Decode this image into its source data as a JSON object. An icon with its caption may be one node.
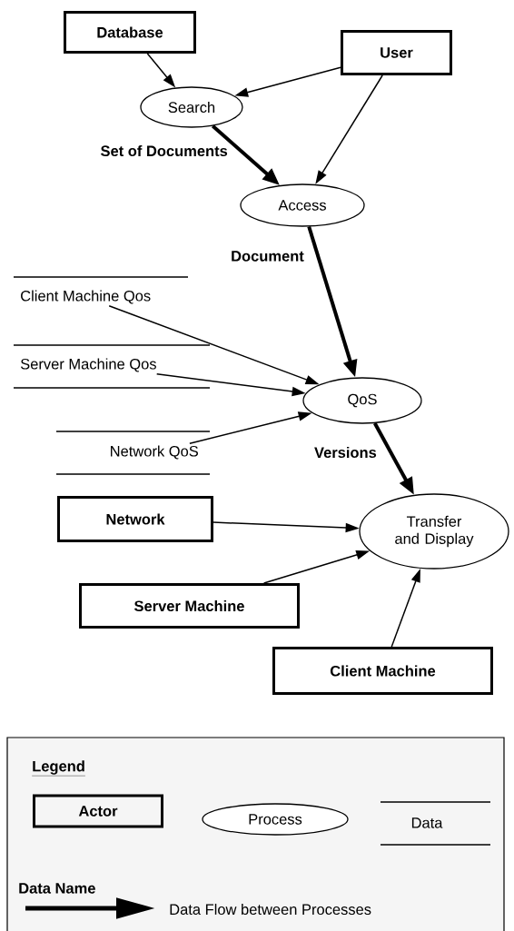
{
  "diagram": {
    "nodes": [
      {
        "text": [
          "Database"
        ]
      },
      {
        "text": [
          "User"
        ]
      },
      {
        "text": [
          "Search"
        ]
      },
      {
        "text": [
          "Access"
        ]
      },
      {
        "text": [
          "Client Machine Qos"
        ]
      },
      {
        "text": [
          "Server Machine Qos"
        ]
      },
      {
        "text": [
          "QoS"
        ]
      },
      {
        "text": [
          "Network QoS"
        ]
      },
      {
        "text": [
          "Transfer and Display"
        ]
      },
      {
        "text": [
          "Network"
        ]
      },
      {
        "text": [
          "Server Machine"
        ]
      },
      {
        "text": [
          "Client Machine"
        ]
      }
    ],
    "edges": [
      {
        "from": 0,
        "to": 2,
        "arrow": "to"
      },
      {
        "from": 1,
        "to": 2,
        "arrow": "to"
      },
      {
        "from": 1,
        "to": 3,
        "arrow": "to"
      },
      {
        "from": 2,
        "to": 3,
        "arrow": "to",
        "label": "Set of Documents",
        "style": "thick"
      },
      {
        "from": 3,
        "to": 6,
        "arrow": "to",
        "label": "Document",
        "style": "thick"
      },
      {
        "from": 4,
        "to": 6,
        "arrow": "to"
      },
      {
        "from": 5,
        "to": 6,
        "arrow": "to"
      },
      {
        "from": 7,
        "to": 6,
        "arrow": "to"
      },
      {
        "from": 6,
        "to": 8,
        "arrow": "to",
        "label": "Versions",
        "style": "thick"
      },
      {
        "from": 9,
        "to": 8,
        "arrow": "to"
      },
      {
        "from": 10,
        "to": 8,
        "arrow": "to"
      },
      {
        "from": 11,
        "to": 8,
        "arrow": "to"
      }
    ],
    "labels": [
      "Legend",
      "Data Name"
    ],
    "legend": [
      {
        "text": "Actor"
      },
      {
        "text": "Process"
      },
      {
        "text": "Data"
      },
      {
        "text": "Data Flow between Processes"
      }
    ]
  }
}
